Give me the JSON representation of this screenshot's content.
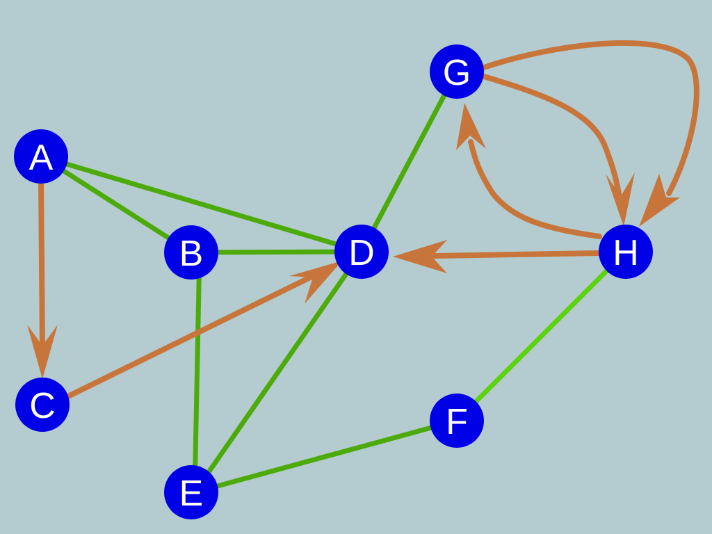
{
  "diagram": {
    "background_color": "#b4cccf",
    "node_color": "#0000e6",
    "label_color": "#ffffff",
    "undirected_edge_color": "#4caa0a",
    "light_edge_color": "#5cd210",
    "directed_edge_color": "#c8753c",
    "nodes": {
      "A": {
        "label": "A"
      },
      "B": {
        "label": "B"
      },
      "C": {
        "label": "C"
      },
      "D": {
        "label": "D"
      },
      "E": {
        "label": "E"
      },
      "F": {
        "label": "F"
      },
      "G": {
        "label": "G"
      },
      "H": {
        "label": "H"
      }
    },
    "edges": [
      {
        "from": "A",
        "to": "B",
        "directed": false
      },
      {
        "from": "A",
        "to": "D",
        "directed": false
      },
      {
        "from": "B",
        "to": "D",
        "directed": false
      },
      {
        "from": "B",
        "to": "E",
        "directed": false
      },
      {
        "from": "D",
        "to": "E",
        "directed": false
      },
      {
        "from": "D",
        "to": "G",
        "directed": false
      },
      {
        "from": "E",
        "to": "F",
        "directed": false
      },
      {
        "from": "F",
        "to": "H",
        "directed": false,
        "light": true
      },
      {
        "from": "A",
        "to": "C",
        "directed": true
      },
      {
        "from": "C",
        "to": "D",
        "directed": true
      },
      {
        "from": "H",
        "to": "D",
        "directed": true
      },
      {
        "from": "G",
        "to": "H",
        "directed": true
      },
      {
        "from": "H",
        "to": "G",
        "directed": true
      },
      {
        "from": "G",
        "to": "H",
        "directed": true,
        "outer": true
      }
    ]
  }
}
